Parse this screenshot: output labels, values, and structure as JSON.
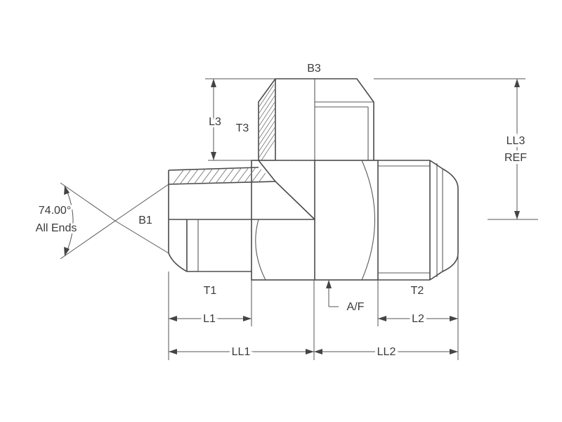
{
  "labels": {
    "b3": "B3",
    "l3": "L3",
    "t3": "T3",
    "ll3_line1": "LL3",
    "ll3_line2": "REF",
    "angle_value": "74.00°",
    "angle_note": "All Ends",
    "b1": "B1",
    "t1": "T1",
    "t2": "T2",
    "af": "A/F",
    "l1": "L1",
    "l2": "L2",
    "ll1": "LL1",
    "ll2": "LL2"
  }
}
